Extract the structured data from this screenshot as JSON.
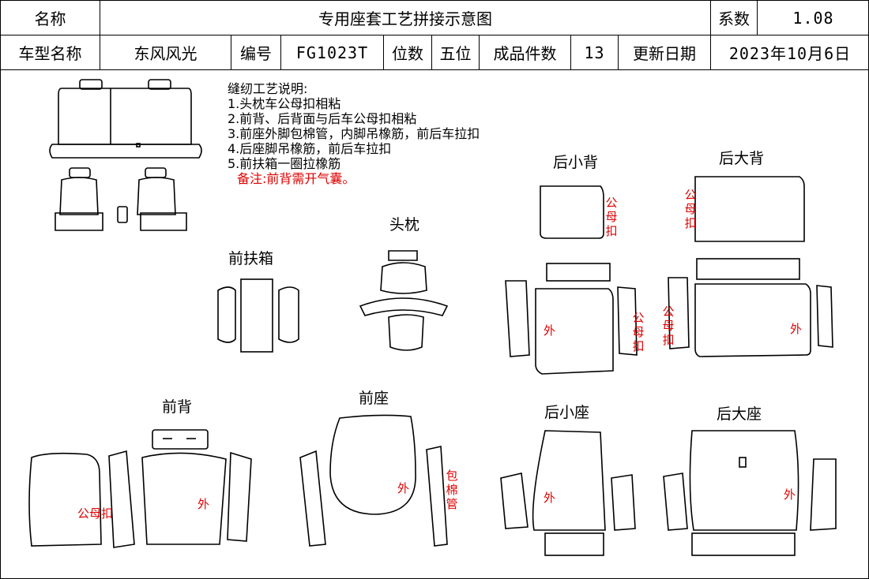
{
  "header": {
    "name_label": "名称",
    "title": "专用座套工艺拼接示意图",
    "coef_label": "系数",
    "coef_value": "1.08",
    "model_label": "车型名称",
    "model_value": "东风风光",
    "code_label": "编号",
    "code_value": "FG1023T",
    "seats_label": "位数",
    "seats_value": "五位",
    "pieces_label": "成品件数",
    "pieces_value": "13",
    "date_label": "更新日期",
    "date_value": "2023年10月6日"
  },
  "notes": {
    "title": "缝纫工艺说明:",
    "items": [
      "1.头枕车公母扣相粘",
      "2.前背、后背面与后车公母扣相粘",
      "3.前座外脚包棉管，内脚吊橡筋，前后车拉扣",
      "4.后座脚吊橡筋，前后车拉扣",
      "5.前扶箱一圈拉橡筋"
    ],
    "remark": "备注:前背需开气囊。"
  },
  "sections": {
    "headrest": "头枕",
    "front_armrest": "前扶箱",
    "rear_small_back": "后小背",
    "rear_large_back": "后大背",
    "front_back": "前背",
    "front_seat": "前座",
    "rear_small_seat": "后小座",
    "rear_large_seat": "后大座"
  },
  "marks": {
    "outer": "外",
    "snap": "公母扣",
    "cotton_tube": "包棉管"
  }
}
